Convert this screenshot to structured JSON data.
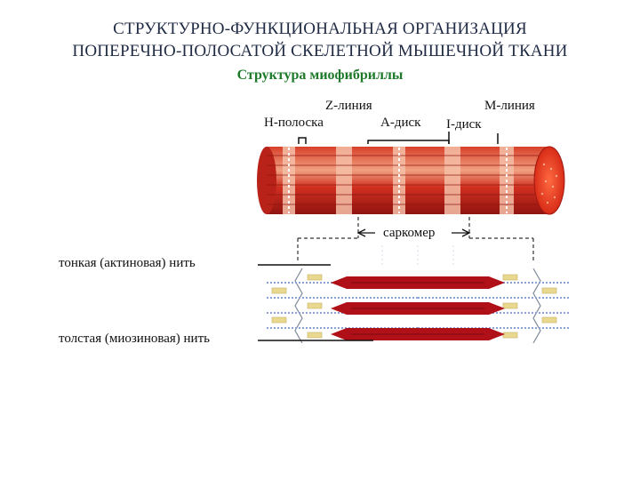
{
  "title": {
    "line1": "СТРУКТУРНО-ФУНКЦИОНАЛЬНАЯ ОРГАНИЗАЦИЯ",
    "line2": "ПОПЕРЕЧНО-ПОЛОСАТОЙ СКЕЛЕТНОЙ МЫШЕЧНОЙ ТКАНИ",
    "subtitle": "Структура миофибриллы"
  },
  "labels": {
    "z_line": "Z-линия",
    "m_line": "М-линия",
    "h_band": "Н-полоска",
    "a_disk": "А-диск",
    "i_disk": "I-диск",
    "sarcomere": "саркомер",
    "thin_filament": "тонкая (актиновая) нить",
    "thick_filament": "толстая (миозиновая) нить"
  },
  "colors": {
    "title": "#1f2a44",
    "subtitle": "#1e7a2a",
    "muscle_red": "#c8201c",
    "muscle_light": "#f2a58c",
    "myosin": "#b01018",
    "actin": "#8aa0d8"
  }
}
